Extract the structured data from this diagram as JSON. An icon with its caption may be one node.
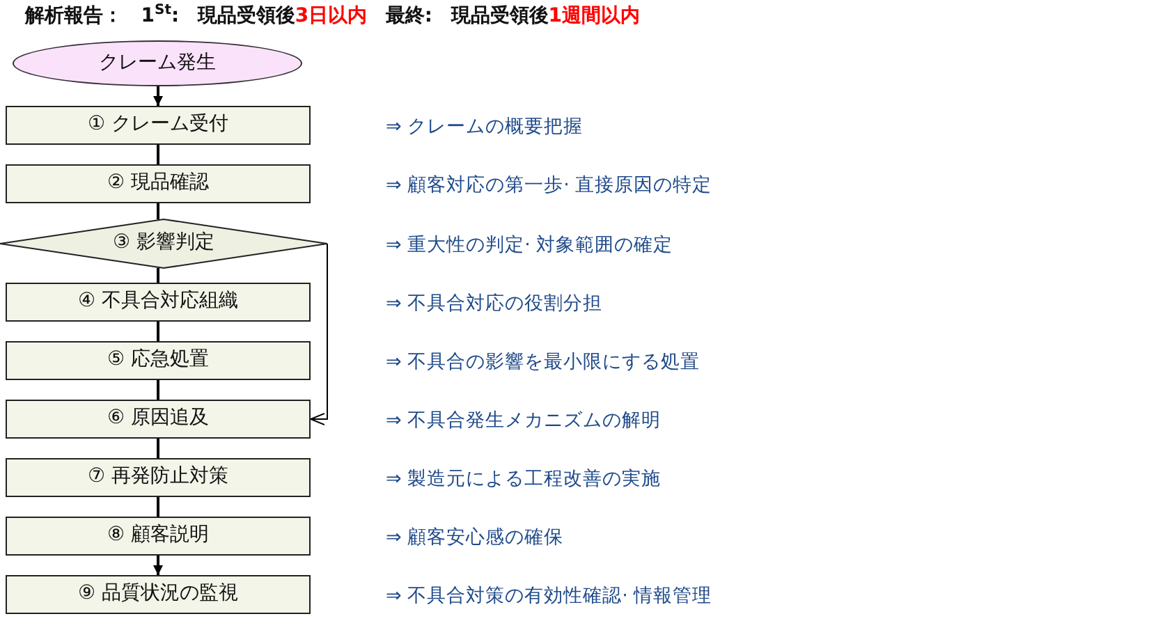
{
  "diagram": {
    "title": "解析報告： 1$^{St}$: 現品受領後**3日以内** 最終: 現品受領後**1週間以内**",
    "nodes": [
      {
        "text": [
          "クレーム発生"
        ]
      },
      {
        "text": [
          "① クレーム受付"
        ]
      },
      {
        "text": [
          "② 現品確認"
        ]
      },
      {
        "text": [
          "③ 影響判定"
        ]
      },
      {
        "text": [
          "④ 不具合対応組織"
        ]
      },
      {
        "text": [
          "⑤ 応急処置"
        ]
      },
      {
        "text": [
          "⑥ 原因追及"
        ]
      },
      {
        "text": [
          "⑦ 再発防止対策"
        ]
      },
      {
        "text": [
          "⑧ 顧客説明"
        ]
      },
      {
        "text": [
          "⑨ 品質状況の監視"
        ]
      }
    ],
    "edges": [
      {
        "from": 0,
        "to": 1,
        "arrow": "to"
      },
      {
        "from": 1,
        "to": 2,
        "arrow": "none"
      },
      {
        "from": 2,
        "to": 3,
        "arrow": "none"
      },
      {
        "from": 3,
        "to": 4,
        "arrow": "none"
      },
      {
        "from": 3,
        "to": 6,
        "arrow": "to"
      },
      {
        "from": 4,
        "to": 5,
        "arrow": "none"
      },
      {
        "from": 5,
        "to": 6,
        "arrow": "none"
      },
      {
        "from": 6,
        "to": 7,
        "arrow": "none"
      },
      {
        "from": 7,
        "to": 8,
        "arrow": "none"
      },
      {
        "from": 8,
        "to": 9,
        "arrow": "to"
      }
    ],
    "labels": [
      "⇒ クレームの概要把握",
      "⇒ 顧客対応の第一歩· 直接原因の特定",
      "⇒ 重大性の判定· 対象範囲の確定",
      "⇒ 不具合対応の役割分担",
      "⇒ 不具合の影響を最小限にする処置",
      "⇒ 不具合発生メカニズムの解明",
      "⇒ 製造元による工程改善の実施",
      "⇒ 顧客安心感の確保",
      "⇒ 不具合対策の有効性確認· 情報管理"
    ]
  }
}
